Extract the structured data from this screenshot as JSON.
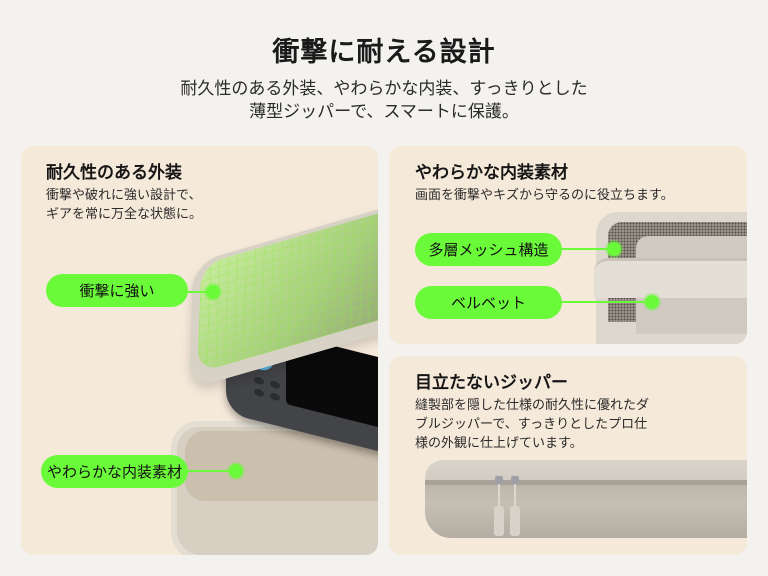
{
  "header": {
    "title": "衝撃に耐える設計",
    "subtitle_line1": "耐久性のある外装、やわらかな内装、すっきりとした",
    "subtitle_line2": "薄型ジッパーで、スマートに保護。"
  },
  "colors": {
    "page_background": "#f4f2ee",
    "card_background": "#f5e9da",
    "accent_green": "#6bfa3a",
    "text": "#1a1a1a"
  },
  "cards": {
    "durable_exterior": {
      "title": "耐久性のある外装",
      "desc_line1": "衝撃や破れに強い設計で、",
      "desc_line2": "ギアを常に万全な状態に。",
      "callouts": [
        "衝撃に強い",
        "やわらかな内装素材"
      ]
    },
    "soft_interior": {
      "title": "やわらかな内装素材",
      "desc": "画面を衝撃やキズから守るのに役立ちます。",
      "callouts": [
        "多層メッシュ構造",
        "ベルベット"
      ]
    },
    "hidden_zipper": {
      "title": "目立たないジッパー",
      "desc_line1": "縫製部を隠した仕様の耐久性に優れたダ",
      "desc_line2": "ブルジッパーで、すっきりとしたプロ仕",
      "desc_line3": "様の外観に仕上げています。"
    }
  }
}
